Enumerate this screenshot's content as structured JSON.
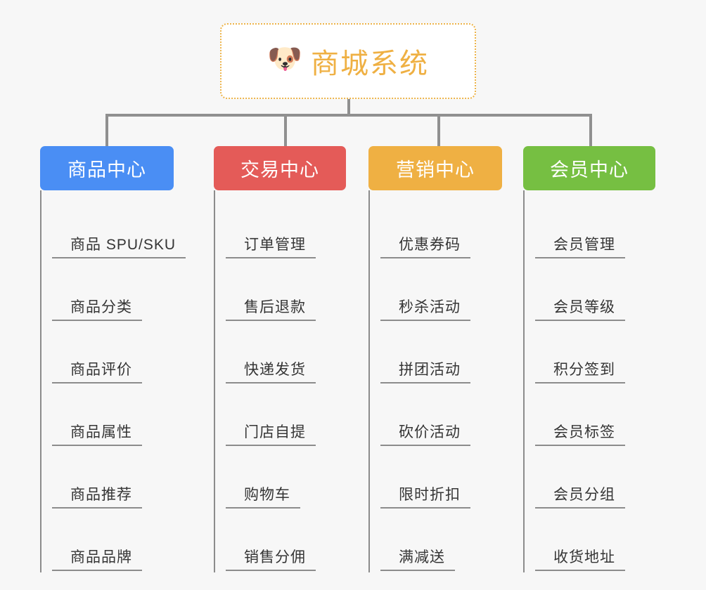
{
  "root": {
    "icon": "shiba-dog-face-emoji",
    "icon_glyph": "🐶",
    "title": "商城系统",
    "border_color": "#edb44a",
    "text_color": "#efb043"
  },
  "connector_color": "#909090",
  "background_color": "#f7f7f7",
  "branches": [
    {
      "label": "商品中心",
      "color": "#4a8ef4",
      "items": [
        "商品 SPU/SKU",
        "商品分类",
        "商品评价",
        "商品属性",
        "商品推荐",
        "商品品牌"
      ]
    },
    {
      "label": "交易中心",
      "color": "#e45b58",
      "items": [
        "订单管理",
        "售后退款",
        "快递发货",
        "门店自提",
        "购物车",
        "销售分佣"
      ]
    },
    {
      "label": "营销中心",
      "color": "#efb043",
      "items": [
        "优惠券码",
        "秒杀活动",
        "拼团活动",
        "砍价活动",
        "限时折扣",
        "满减送"
      ]
    },
    {
      "label": "会员中心",
      "color": "#76bf42",
      "items": [
        "会员管理",
        "会员等级",
        "积分签到",
        "会员标签",
        "会员分组",
        "收货地址"
      ]
    }
  ]
}
